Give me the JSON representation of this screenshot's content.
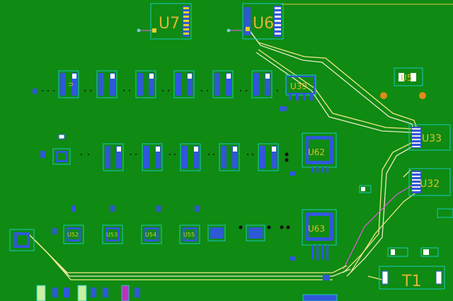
{
  "app": {
    "view": "PCB layout editor – top layer"
  },
  "colors": {
    "board": "#0f8a12",
    "outline": "#18c8c0",
    "pad": "#2f58d8",
    "pad_light": "#ffffff",
    "silk": "#e0b437",
    "track_yellow": "#f0e88a",
    "track_white": "#e8e8c8",
    "track_pink": "#d060d0",
    "via": "#e08a1a",
    "pin1": "#e8d12a"
  },
  "parts": {
    "u7": "U7",
    "u6": "U6",
    "u39": "U39",
    "u5": "U5",
    "u33": "U33",
    "u62": "U62",
    "u32": "U32",
    "u63": "U63",
    "u52": "U52",
    "u53": "U53",
    "u54": "U54",
    "u55": "U55",
    "t1": "T1"
  }
}
